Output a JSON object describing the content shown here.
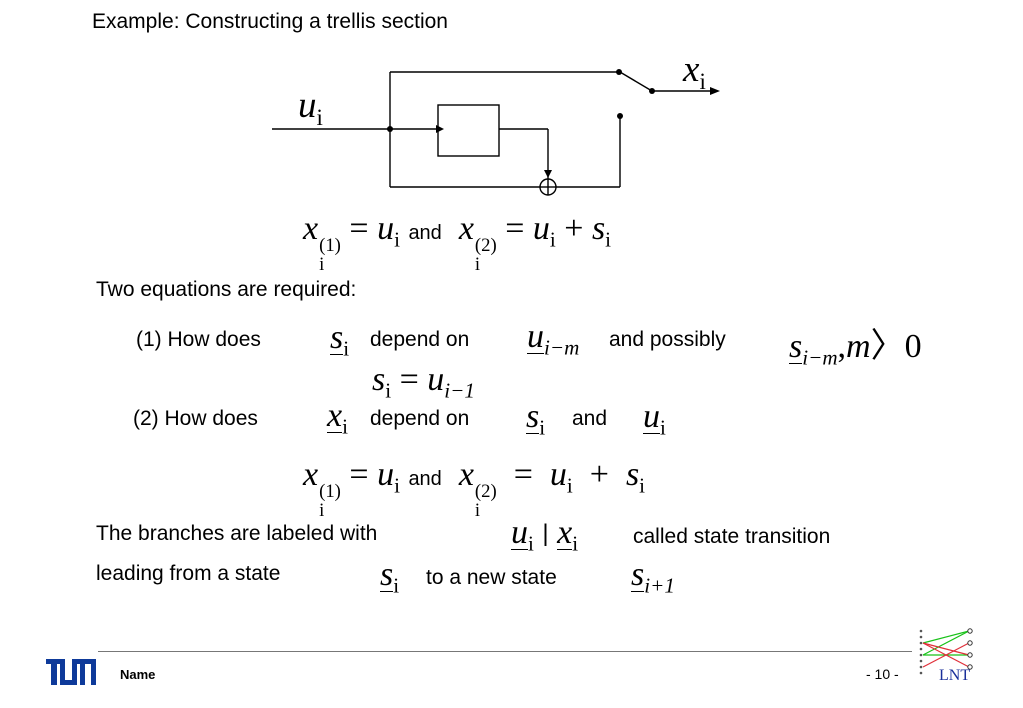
{
  "slide": {
    "title": "Example: Constructing a trellis section",
    "intro": "Two equations are required:",
    "q1_prefix": "(1) How does",
    "q1_mid": "depend on",
    "q1_suffix": "and possibly",
    "q2_prefix": "(2) How does",
    "q2_mid": "depend on",
    "q2_and": "and",
    "eq_and": "and",
    "branches_line1": "The branches are labeled with",
    "branches_sep": "|",
    "branches_line1_end": "called state transition",
    "branches_line2": "leading from a state",
    "branches_line2_mid": "to a new state"
  },
  "math": {
    "u": "u",
    "x": "x",
    "s": "s",
    "m": "m",
    "sub_i": "i",
    "sub_im": "i−m",
    "sub_i_minus_1": "i−1",
    "sub_i_plus_1": "i+1",
    "sup_1": "(1)",
    "sup_2": "(2)",
    "eq": "=",
    "plus": "+",
    "comma": ",",
    "rangle": "〉",
    "zero": "0"
  },
  "footer": {
    "name": "Name",
    "page": "- 10 -",
    "logo_text": "TUM",
    "lnt_text": "LNT"
  },
  "colors": {
    "tum_blue": "#0e3a9a",
    "lnt_blue": "#1a2f9a",
    "trellis_green": "#19c219",
    "trellis_red": "#e0303a"
  }
}
